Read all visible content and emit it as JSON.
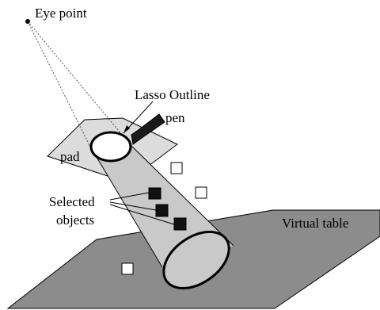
{
  "labels": {
    "eye_point": "Eye point",
    "lasso_outline": "Lasso Outline",
    "pen": "pen",
    "pad": "pad",
    "selected_line1": "Selected",
    "selected_line2": "objects",
    "virtual_table": "Virtual table"
  },
  "colors": {
    "table_fill": "#8c8c8c",
    "pad_fill": "#dcdcdc",
    "cone_fill": "#c9c9c9",
    "object_selected": "#111111",
    "object_unselected": "#ffffff",
    "stroke": "#000000"
  },
  "objects": {
    "selected_count": 3,
    "unselected_count": 3
  }
}
